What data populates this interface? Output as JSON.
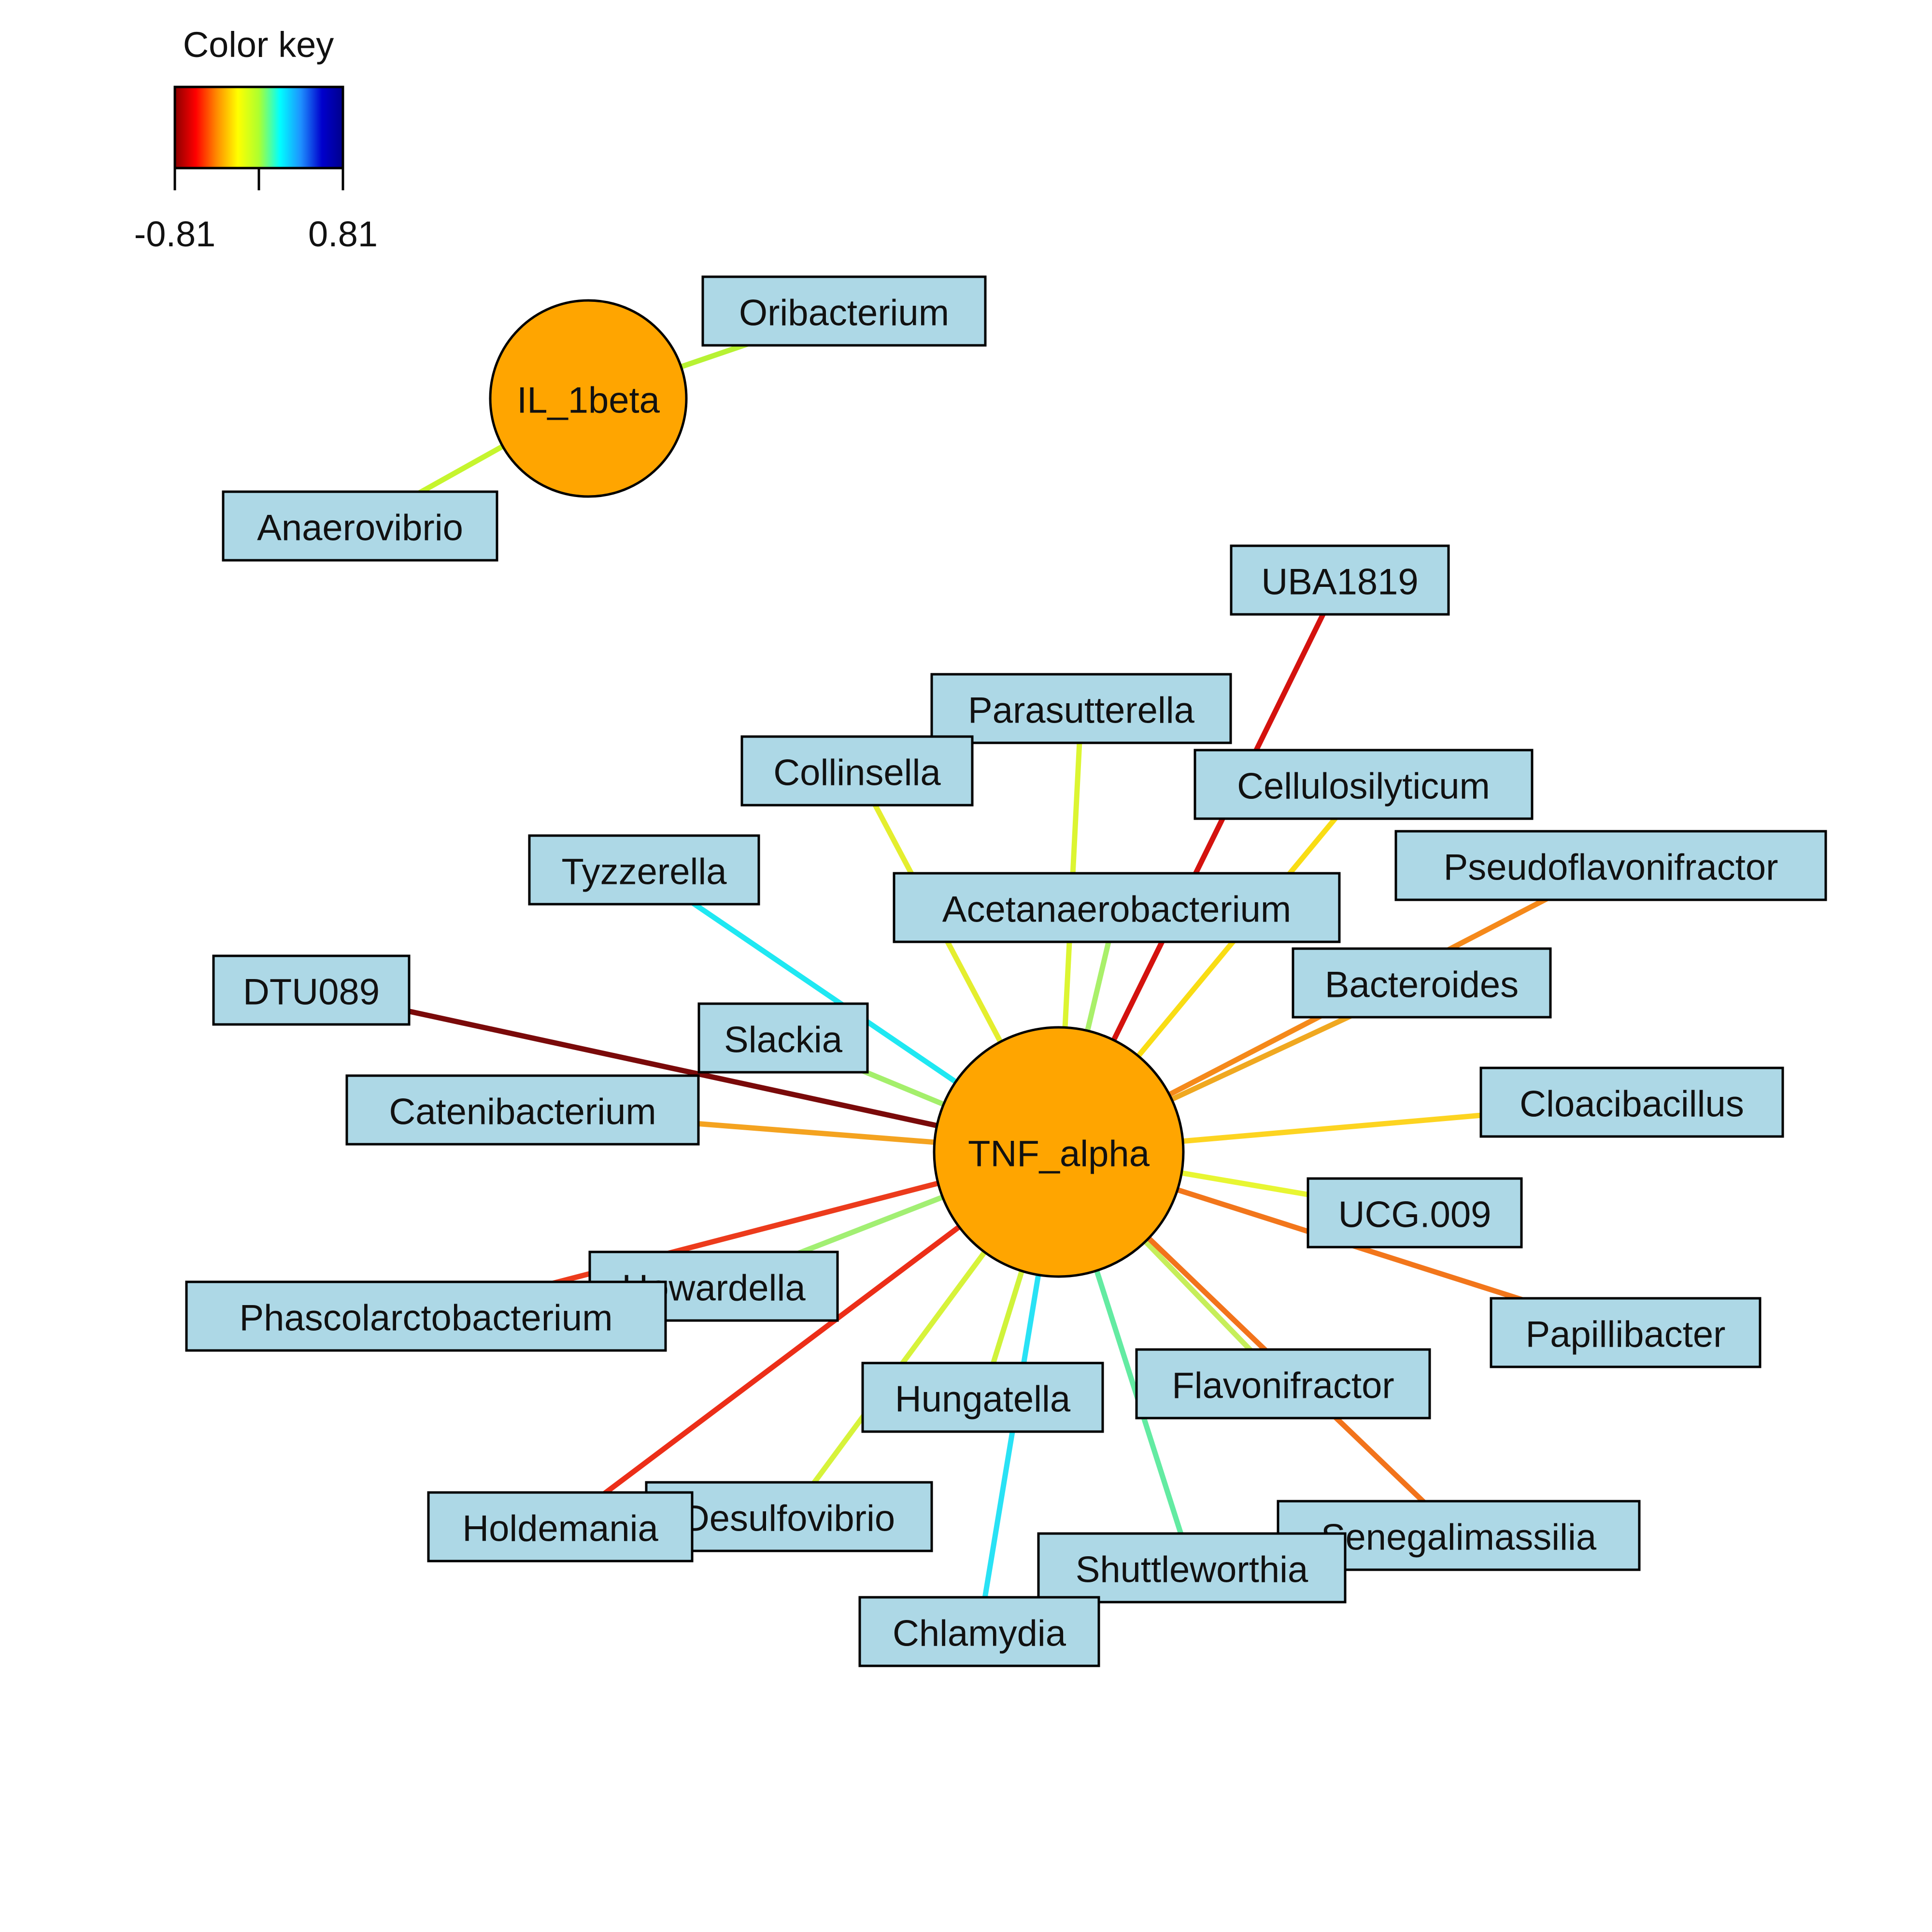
{
  "legend": {
    "title": "Color key",
    "min_label": "-0.81",
    "max_label": "0.81",
    "gradient_colors": [
      "#8b0000",
      "#ff0000",
      "#ff8c00",
      "#ffff00",
      "#adff2f",
      "#00ffff",
      "#1e90ff",
      "#0000cd",
      "#00008b"
    ]
  },
  "colors": {
    "node_fill": "#add8e6",
    "hub_fill": "#ffa500",
    "stroke": "#000000"
  },
  "hubs": [
    {
      "id": "IL_1beta",
      "label": "IL_1beta"
    },
    {
      "id": "TNF_alpha",
      "label": "TNF_alpha"
    }
  ],
  "nodes": [
    {
      "id": "Oribacterium",
      "label": "Oribacterium"
    },
    {
      "id": "Anaerovibrio",
      "label": "Anaerovibrio"
    },
    {
      "id": "UBA1819",
      "label": "UBA1819"
    },
    {
      "id": "Parasutterella",
      "label": "Parasutterella"
    },
    {
      "id": "Collinsella",
      "label": "Collinsella"
    },
    {
      "id": "Cellulosilyticum",
      "label": "Cellulosilyticum"
    },
    {
      "id": "Pseudoflavonifractor",
      "label": "Pseudoflavonifractor"
    },
    {
      "id": "Tyzzerella",
      "label": "Tyzzerella"
    },
    {
      "id": "Acetanaerobacterium",
      "label": "Acetanaerobacterium"
    },
    {
      "id": "Bacteroides",
      "label": "Bacteroides"
    },
    {
      "id": "DTU089",
      "label": "DTU089"
    },
    {
      "id": "Slackia",
      "label": "Slackia"
    },
    {
      "id": "Catenibacterium",
      "label": "Catenibacterium"
    },
    {
      "id": "Cloacibacillus",
      "label": "Cloacibacillus"
    },
    {
      "id": "UCG.009",
      "label": "UCG.009"
    },
    {
      "id": "Howardella",
      "label": "Howardella"
    },
    {
      "id": "Phascolarctobacterium",
      "label": "Phascolarctobacterium"
    },
    {
      "id": "Papillibacter",
      "label": "Papillibacter"
    },
    {
      "id": "Flavonifractor",
      "label": "Flavonifractor"
    },
    {
      "id": "Hungatella",
      "label": "Hungatella"
    },
    {
      "id": "Desulfovibrio",
      "label": "Desulfovibrio"
    },
    {
      "id": "Holdemania",
      "label": "Holdemania"
    },
    {
      "id": "Senegalimassilia",
      "label": "Senegalimassilia"
    },
    {
      "id": "Shuttleworthia",
      "label": "Shuttleworthia"
    },
    {
      "id": "Chlamydia",
      "label": "Chlamydia"
    }
  ],
  "edges": [
    {
      "from": "IL_1beta",
      "to": "Oribacterium",
      "color": "#b7f233"
    },
    {
      "from": "IL_1beta",
      "to": "Anaerovibrio",
      "color": "#c6f52e"
    },
    {
      "from": "TNF_alpha",
      "to": "UBA1819",
      "color": "#d4120e"
    },
    {
      "from": "TNF_alpha",
      "to": "Parasutterella",
      "color": "#dcf531"
    },
    {
      "from": "TNF_alpha",
      "to": "Collinsella",
      "color": "#e4ee2e"
    },
    {
      "from": "TNF_alpha",
      "to": "Cellulosilyticum",
      "color": "#f9dd14"
    },
    {
      "from": "TNF_alpha",
      "to": "Pseudoflavonifractor",
      "color": "#f5891a"
    },
    {
      "from": "TNF_alpha",
      "to": "Tyzzerella",
      "color": "#1fe8f2"
    },
    {
      "from": "TNF_alpha",
      "to": "Acetanaerobacterium",
      "color": "#a9f06a"
    },
    {
      "from": "TNF_alpha",
      "to": "Bacteroides",
      "color": "#f0a820"
    },
    {
      "from": "TNF_alpha",
      "to": "DTU089",
      "color": "#7a0a0a"
    },
    {
      "from": "TNF_alpha",
      "to": "Slackia",
      "color": "#a4ef6b"
    },
    {
      "from": "TNF_alpha",
      "to": "Catenibacterium",
      "color": "#f4a320"
    },
    {
      "from": "TNF_alpha",
      "to": "Cloacibacillus",
      "color": "#fdd421"
    },
    {
      "from": "TNF_alpha",
      "to": "UCG.009",
      "color": "#e8f632"
    },
    {
      "from": "TNF_alpha",
      "to": "Howardella",
      "color": "#a2ef73"
    },
    {
      "from": "TNF_alpha",
      "to": "Phascolarctobacterium",
      "color": "#ec3b1c"
    },
    {
      "from": "TNF_alpha",
      "to": "Papillibacter",
      "color": "#f2761b"
    },
    {
      "from": "TNF_alpha",
      "to": "Flavonifractor",
      "color": "#c6ee5a"
    },
    {
      "from": "TNF_alpha",
      "to": "Hungatella",
      "color": "#d0f33a"
    },
    {
      "from": "TNF_alpha",
      "to": "Desulfovibrio",
      "color": "#d7f33a"
    },
    {
      "from": "TNF_alpha",
      "to": "Holdemania",
      "color": "#ec2e18"
    },
    {
      "from": "TNF_alpha",
      "to": "Senegalimassilia",
      "color": "#f2731b"
    },
    {
      "from": "TNF_alpha",
      "to": "Shuttleworthia",
      "color": "#63eba2"
    },
    {
      "from": "TNF_alpha",
      "to": "Chlamydia",
      "color": "#29e2f5"
    }
  ]
}
